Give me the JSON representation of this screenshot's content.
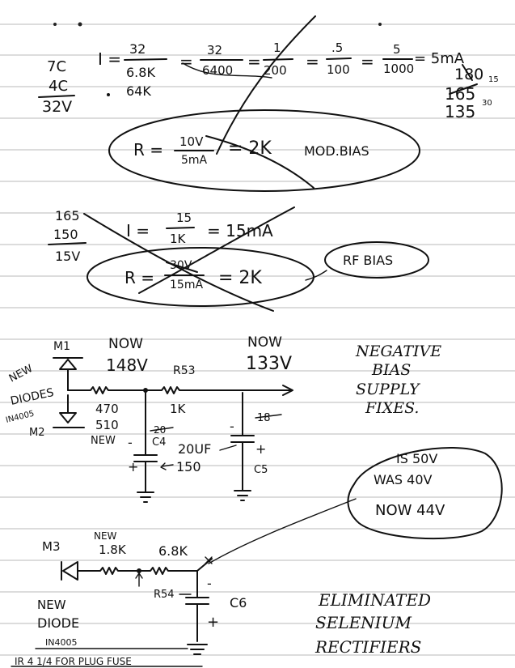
{
  "calc1": {
    "l1": "7C",
    "l2": "4C",
    "l3": "32V",
    "eq_i": "I =",
    "frac1_num": "32",
    "frac1_den": "6.8K",
    "note_64k": "64K",
    "frac2_num": "32",
    "frac2_den": "6400",
    "frac3_num": "1",
    "frac3_den": "200",
    "frac4_num": ".5",
    "frac4_den": "100",
    "frac5_num": "5",
    "frac5_den": "1000",
    "result": "= 5mA",
    "side1": "180",
    "side2": "165",
    "side2_sup": "15",
    "side3": "135",
    "side3_sup": "30",
    "r_eq": "R =",
    "r_num": "10V",
    "r_den": "5mA",
    "r_result": "= 2K",
    "r_note": "MOD.BIAS"
  },
  "calc2": {
    "l1": "165",
    "l2": "150",
    "l3": "15V",
    "eq_i": "I =",
    "i_num": "15",
    "i_den": "1K",
    "i_result": "= 15mA",
    "r_eq": "R =",
    "r_num": "30V",
    "r_den": "15mA",
    "r_result": "= 2K",
    "r_note": "RF BIAS"
  },
  "circuit1": {
    "m1": "M1",
    "m2": "M2",
    "new_diodes": [
      "NEW",
      "DIODES",
      "IN4005"
    ],
    "now1": "NOW",
    "v1": "148V",
    "now2": "NOW",
    "v2": "133V",
    "r53": "R53",
    "r_470": "470",
    "r_510": "510",
    "new": "NEW",
    "r_1k": "1K",
    "c4": "C4",
    "c4_val": "20",
    "cap_val1": "20UF",
    "cap_val2": "150",
    "c5": "C5",
    "c5_val": "18",
    "plus1": "+",
    "minus1": "-",
    "plus2": "+",
    "minus2": "-",
    "fix_note": [
      "NEGATIVE",
      "BIAS",
      "SUPPLY",
      "FIXES."
    ]
  },
  "voltages": {
    "was1": "IS 50V",
    "was2": "WAS 40V",
    "now": "NOW 44V"
  },
  "circuit2": {
    "m3": "M3",
    "new_r": "NEW",
    "r_18k": "1.8K",
    "r_68k": "6.8K",
    "r54": "R54",
    "c6": "C6",
    "minus": "-",
    "plus": "+",
    "new_diode": [
      "NEW",
      "DIODE",
      "IN4005"
    ],
    "plug_note": "IR 4 1/4 FOR PLUG FUSE",
    "elim_note": [
      "ELIMINATED",
      "SELENIUM",
      "RECTIFIERS"
    ]
  }
}
